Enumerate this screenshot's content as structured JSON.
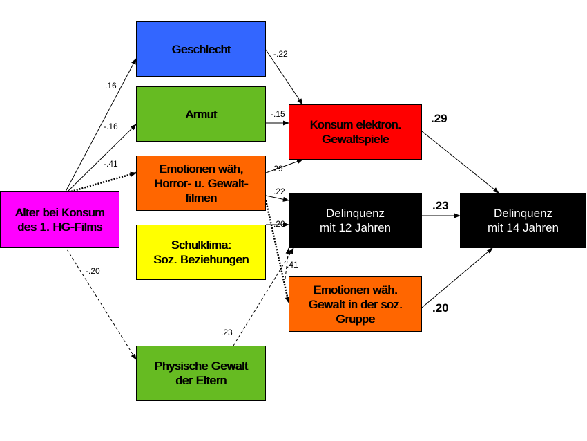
{
  "nodes": {
    "alter": {
      "lines": [
        "Alter bei Konsum",
        "des 1. HG-Films"
      ],
      "color": "#ff00ff"
    },
    "geschlecht": {
      "lines": [
        "Geschlecht"
      ],
      "color": "#3366ff"
    },
    "armut": {
      "lines": [
        "Armut"
      ],
      "color": "#66bb22"
    },
    "emotionen_horror": {
      "lines": [
        "Emotionen wäh,",
        "Horror- u. Gewalt-",
        "filmen"
      ],
      "color": "#ff6600"
    },
    "schulklima": {
      "lines": [
        "Schulklima:",
        "Soz. Beziehungen"
      ],
      "color": "#ffff00"
    },
    "physische_gewalt": {
      "lines": [
        "Physische Gewalt",
        "der Eltern"
      ],
      "color": "#66bb22"
    },
    "konsum_spiele": {
      "lines": [
        "Konsum elektron.",
        "Gewaltspiele"
      ],
      "color": "#ff0000"
    },
    "delinquenz12": {
      "lines": [
        "Delinquenz",
        "mit 12 Jahren"
      ],
      "color": "#000000"
    },
    "emotionen_gruppe": {
      "lines": [
        "Emotionen wäh.",
        "Gewalt in der soz.",
        "Gruppe"
      ],
      "color": "#ff6600"
    },
    "delinquenz14": {
      "lines": [
        "Delinquenz",
        "mit 14 Jahren"
      ],
      "color": "#000000"
    }
  },
  "paths": [
    {
      "label": ".16",
      "style": "solid",
      "from": "alter",
      "to": "geschlecht"
    },
    {
      "label": "-.16",
      "style": "solid",
      "from": "alter",
      "to": "armut"
    },
    {
      "label": "-.41",
      "style": "dotted",
      "from": "alter",
      "to": "emotionen_horror"
    },
    {
      "label": "-.20",
      "style": "dashed",
      "from": "alter",
      "to": "physische_gewalt"
    },
    {
      "label": "-.22",
      "style": "solid",
      "from": "geschlecht",
      "to": "konsum_spiele"
    },
    {
      "label": "-.15",
      "style": "solid",
      "from": "armut",
      "to": "konsum_spiele"
    },
    {
      "label": ".29",
      "style": "solid",
      "from": "emotionen_horror",
      "to": "konsum_spiele"
    },
    {
      "label": ".22",
      "style": "solid",
      "from": "emotionen_horror",
      "to": "delinquenz12"
    },
    {
      "label": "",
      "style": "dotted",
      "from": "emotionen_horror",
      "to": "emotionen_gruppe"
    },
    {
      "label": "-.20",
      "style": "solid",
      "from": "schulklima",
      "to": "delinquenz12"
    },
    {
      "label": ".41",
      "style": "dashed",
      "from": "emotionen_gruppe",
      "to": "delinquenz12"
    },
    {
      "label": ".23",
      "style": "dashed",
      "from": "physische_gewalt",
      "to": "delinquenz12"
    },
    {
      "label": ".29",
      "style": "solid",
      "from": "konsum_spiele",
      "to": "delinquenz14"
    },
    {
      "label": ".23",
      "style": "solid",
      "from": "delinquenz12",
      "to": "delinquenz14"
    },
    {
      "label": ".20",
      "style": "solid",
      "from": "emotionen_gruppe",
      "to": "delinquenz14"
    }
  ]
}
